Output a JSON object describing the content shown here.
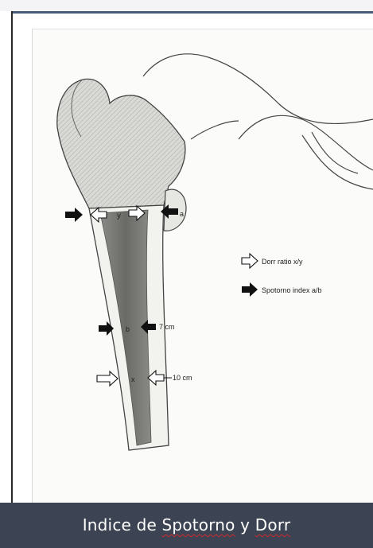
{
  "figure": {
    "measure_labels": {
      "x": "x",
      "y": "y",
      "a": "a",
      "b": "b",
      "seven_cm": "7 cm",
      "ten_cm": "10 cm"
    },
    "legend": {
      "dorr": "Dorr ratio x/y",
      "spotorno": "Spotorno index a/b"
    }
  },
  "caption": {
    "part1": "Indice de ",
    "part2": "Spotorno",
    "part3": " y ",
    "part4": "Dorr"
  },
  "colors": {
    "caption_bar": "#3c4353",
    "top_accent": "#4a5a78"
  }
}
